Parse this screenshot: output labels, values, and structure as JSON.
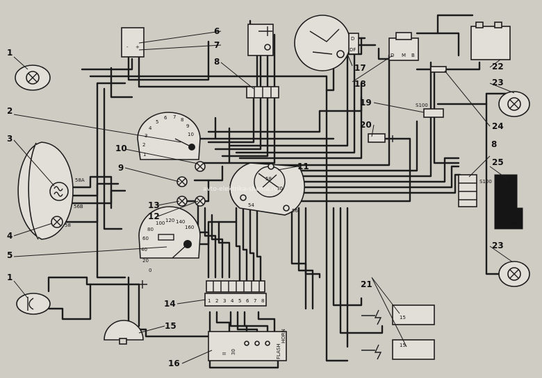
{
  "callouts": [
    "1",
    "2",
    "3",
    "4",
    "5",
    "6",
    "7",
    "8",
    "9",
    "10",
    "11",
    "12",
    "13",
    "14",
    "15",
    "16",
    "17",
    "18",
    "19",
    "20",
    "21",
    "22",
    "23",
    "24",
    "25"
  ],
  "terminals": {
    "headlamp_58a": "58A",
    "headlamp_56b": "56B",
    "headlamp_58": "58",
    "switch_54": "54",
    "switch_56": "56",
    "switch_58": "58",
    "switch_30": "30",
    "stop_19": "S100",
    "block_8_right": "S100",
    "battery_56": "56",
    "gen_d": "D",
    "gen_df": "DF",
    "reg_d": "D",
    "reg_m": "M",
    "reg_b": "B",
    "coil_15_top": "15",
    "coil_15_bottom": "15",
    "horn_flash": "FLASH",
    "horn_horn": "HORN",
    "horn_30": "30",
    "horn_ii": "II",
    "plate_plus": "+",
    "plate_minus": "-"
  },
  "connector_14_pins": [
    "1",
    "2",
    "3",
    "4",
    "5",
    "6",
    "7",
    "8"
  ],
  "speedometer_scale": [
    "0",
    "20",
    "40",
    "60",
    "80",
    "100",
    "120",
    "140",
    "160"
  ],
  "tachometer_scale": [
    "1",
    "2",
    "3",
    "4",
    "5",
    "6",
    "7",
    "8",
    "9",
    "10"
  ],
  "watermark": "avto-elektrika-shema.ru"
}
